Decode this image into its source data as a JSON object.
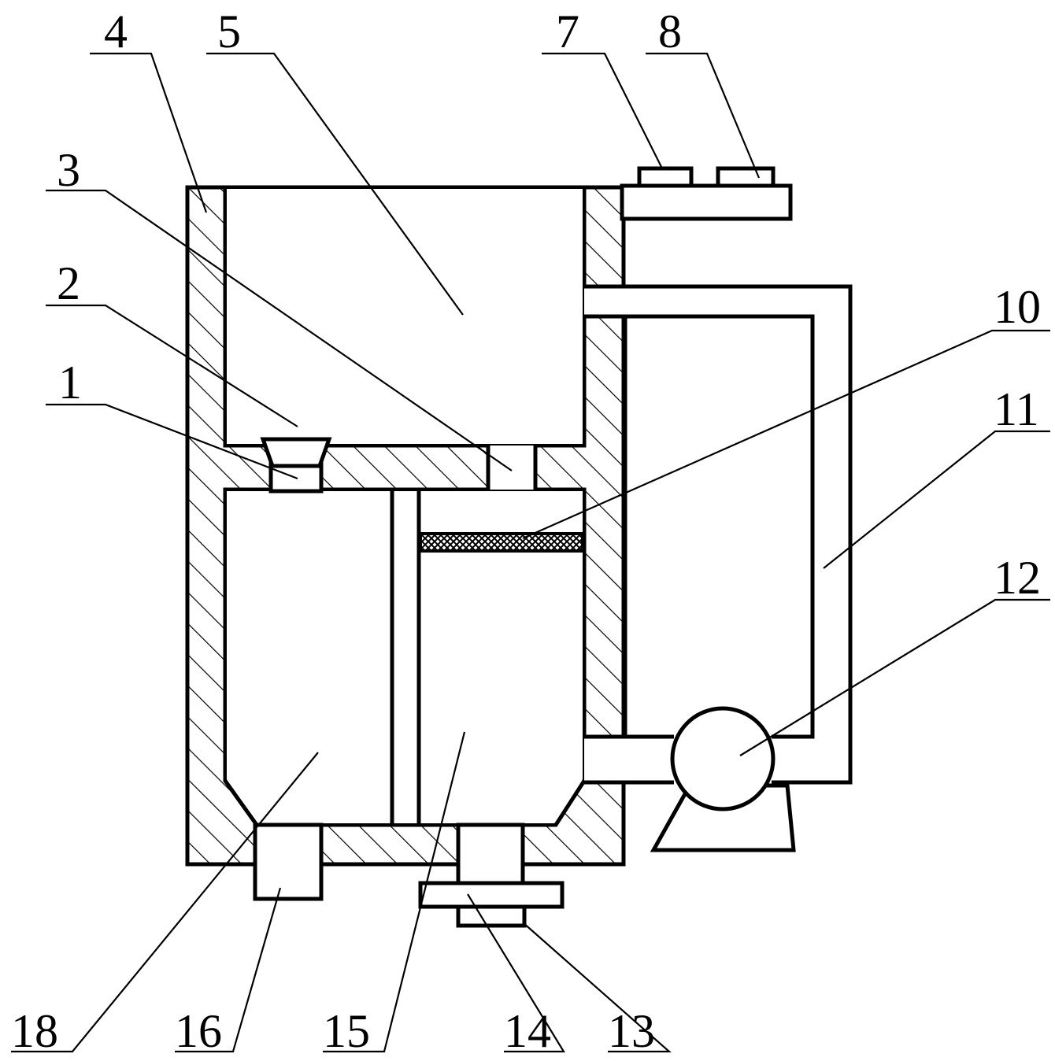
{
  "labels": {
    "l1": "1",
    "l2": "2",
    "l3": "3",
    "l4": "4",
    "l5": "5",
    "l7": "7",
    "l8": "8",
    "l10": "10",
    "l11": "11",
    "l12": "12",
    "l13": "13",
    "l14": "14",
    "l15": "15",
    "l16": "16",
    "l18": "18"
  }
}
